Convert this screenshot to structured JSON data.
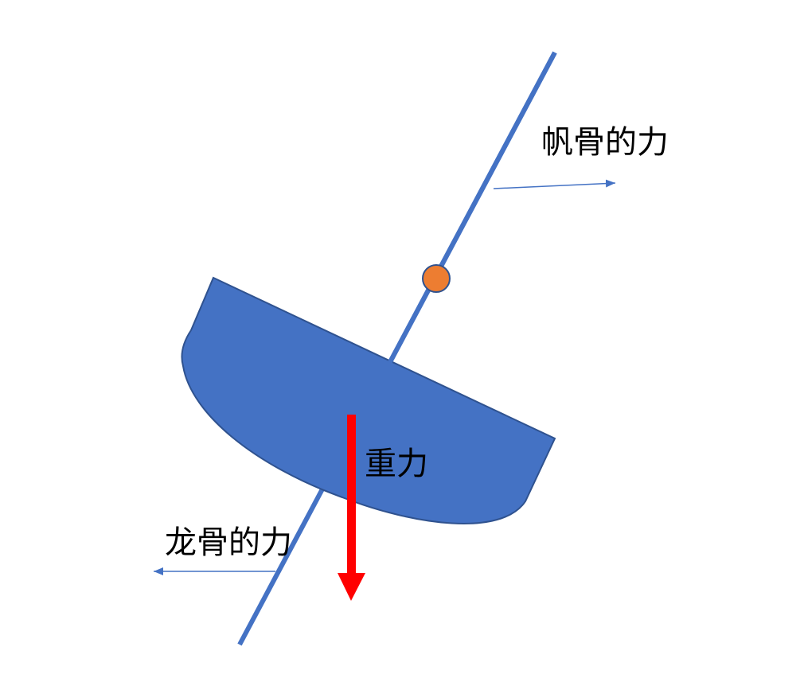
{
  "labels": {
    "sail_force": "帆骨的力",
    "keel_force": "龙骨的力",
    "gravity": "重力"
  },
  "colors": {
    "background": "#ffffff",
    "hull_fill": "#4472c4",
    "hull_stroke": "#2f528f",
    "mast": "#4472c4",
    "pivot_fill": "#ed7d31",
    "pivot_stroke": "#2f528f",
    "force_arrow": "#4472c4",
    "gravity_arrow": "#ff0000",
    "text": "#000000"
  }
}
